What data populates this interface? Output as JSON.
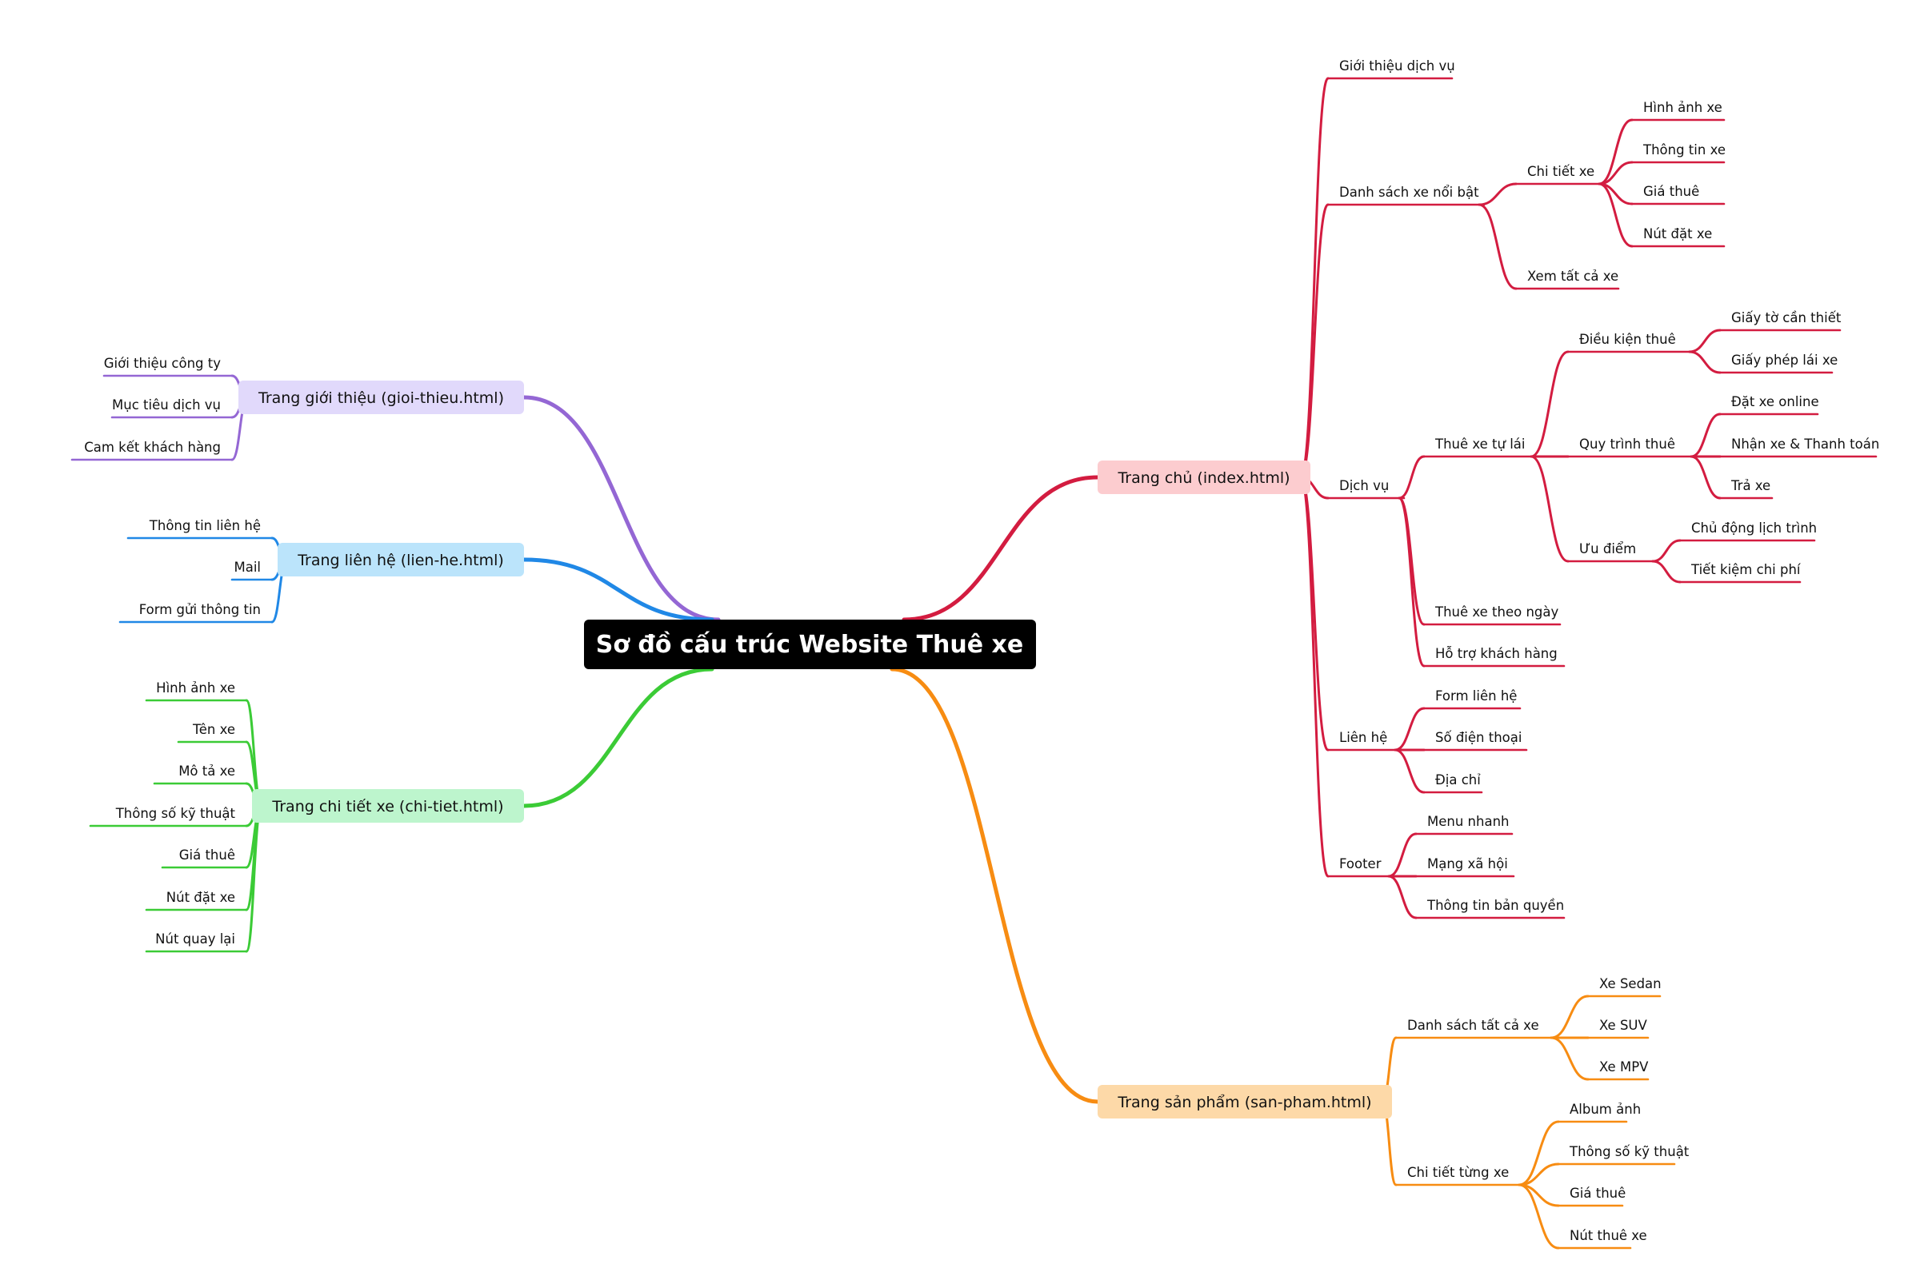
{
  "title": "Sơ đồ cấu trúc Website Thuê xe",
  "colors": {
    "home": "#d31c40",
    "products": "#f78c12",
    "about": "#9467d4",
    "contact": "#2088e6",
    "detail": "#3bcb36",
    "home_fill": "#fccccf",
    "products_fill": "#fdd9a8",
    "about_fill": "#e1d9fb",
    "contact_fill": "#bbe4fb",
    "detail_fill": "#bdf5cd"
  },
  "branches": [
    {
      "label": "Trang chủ (index.html)",
      "side": "right",
      "children": [
        {
          "label": "Giới thiệu dịch vụ"
        },
        {
          "label": "Danh sách xe nổi bật",
          "children": [
            {
              "label": "Chi tiết xe",
              "children": [
                {
                  "label": "Hình ảnh xe"
                },
                {
                  "label": "Thông tin xe"
                },
                {
                  "label": "Giá thuê"
                },
                {
                  "label": "Nút đặt xe"
                }
              ]
            },
            {
              "label": "Xem tất cả xe"
            }
          ]
        },
        {
          "label": "Dịch vụ",
          "children": [
            {
              "label": "Thuê xe tự lái",
              "children": [
                {
                  "label": "Điều kiện thuê",
                  "children": [
                    {
                      "label": "Giấy tờ cần thiết"
                    },
                    {
                      "label": "Giấy phép lái xe"
                    }
                  ]
                },
                {
                  "label": "Quy trình thuê",
                  "children": [
                    {
                      "label": "Đặt xe online"
                    },
                    {
                      "label": "Nhận xe & Thanh toán"
                    },
                    {
                      "label": "Trả xe"
                    }
                  ]
                },
                {
                  "label": "Ưu điểm",
                  "children": [
                    {
                      "label": "Chủ động lịch trình"
                    },
                    {
                      "label": "Tiết kiệm chi phí"
                    }
                  ]
                }
              ]
            },
            {
              "label": "Thuê xe theo ngày"
            },
            {
              "label": "Hỗ trợ khách hàng"
            }
          ]
        },
        {
          "label": "Liên hệ",
          "children": [
            {
              "label": "Form liên hệ"
            },
            {
              "label": "Số điện thoại"
            },
            {
              "label": "Địa chỉ"
            }
          ]
        },
        {
          "label": "Footer",
          "children": [
            {
              "label": "Menu nhanh"
            },
            {
              "label": "Mạng xã hội"
            },
            {
              "label": "Thông tin bản quyền"
            }
          ]
        }
      ]
    },
    {
      "label": "Trang sản phẩm (san-pham.html)",
      "side": "right",
      "children": [
        {
          "label": "Danh sách tất cả xe",
          "children": [
            {
              "label": "Xe Sedan"
            },
            {
              "label": "Xe SUV"
            },
            {
              "label": "Xe MPV"
            }
          ]
        },
        {
          "label": "Chi tiết từng xe",
          "children": [
            {
              "label": "Album ảnh"
            },
            {
              "label": "Thông số kỹ thuật"
            },
            {
              "label": "Giá thuê"
            },
            {
              "label": "Nút thuê xe"
            }
          ]
        }
      ]
    },
    {
      "label": "Trang giới thiệu (gioi-thieu.html)",
      "side": "left",
      "children": [
        {
          "label": "Giới thiệu công ty"
        },
        {
          "label": "Mục tiêu dịch vụ"
        },
        {
          "label": "Cam kết khách hàng"
        }
      ]
    },
    {
      "label": "Trang liên hệ (lien-he.html)",
      "side": "left",
      "children": [
        {
          "label": "Thông tin liên hệ"
        },
        {
          "label": "Mail"
        },
        {
          "label": "Form gửi thông tin"
        }
      ]
    },
    {
      "label": "Trang chi tiết xe (chi-tiet.html)",
      "side": "left",
      "children": [
        {
          "label": "Hình ảnh xe"
        },
        {
          "label": "Tên xe"
        },
        {
          "label": "Mô tả xe"
        },
        {
          "label": "Thông số kỹ thuật"
        },
        {
          "label": "Giá thuê"
        },
        {
          "label": "Nút đặt xe"
        },
        {
          "label": "Nút quay lại"
        }
      ]
    }
  ]
}
